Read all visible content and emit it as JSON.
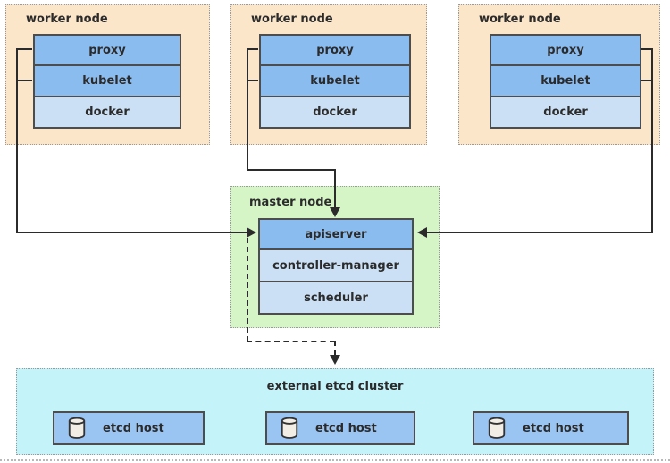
{
  "diagram": {
    "worker_nodes": [
      {
        "title": "worker node",
        "components": [
          "proxy",
          "kubelet",
          "docker"
        ]
      },
      {
        "title": "worker node",
        "components": [
          "proxy",
          "kubelet",
          "docker"
        ]
      },
      {
        "title": "worker node",
        "components": [
          "proxy",
          "kubelet",
          "docker"
        ]
      }
    ],
    "master_node": {
      "title": "master node",
      "components": [
        "apiserver",
        "controller-manager",
        "scheduler"
      ]
    },
    "etcd_cluster": {
      "title": "external etcd cluster",
      "hosts": [
        {
          "icon": "database-icon",
          "label": "etcd host"
        },
        {
          "icon": "database-icon",
          "label": "etcd host"
        },
        {
          "icon": "database-icon",
          "label": "etcd host"
        }
      ]
    },
    "colors": {
      "worker_fill": "#fbe6c9",
      "master_fill": "#d5f5c6",
      "etcd_fill": "#c5f3fa",
      "component_primary": "#8bbcf0",
      "component_secondary": "#cce0f5",
      "etcd_host_fill": "#9ac4f2",
      "line": "#2b2b2b",
      "border_dotted": "#999999",
      "icon_fill": "#f2eee6"
    }
  }
}
